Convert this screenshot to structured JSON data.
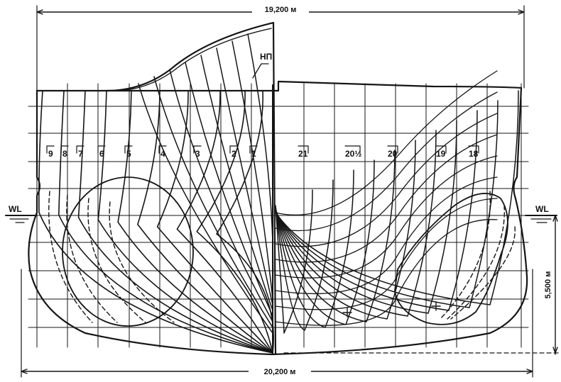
{
  "dimensions": {
    "top_width": "19,200 м",
    "bottom_width": "20,200 м",
    "depth": "5,500 м"
  },
  "waterline": {
    "left": "WL",
    "right": "WL"
  },
  "marker": "НП",
  "aft_stations": [
    "9",
    "8",
    "7",
    "6",
    "5",
    "4",
    "3",
    "2",
    "1"
  ],
  "fwd_stations": [
    "21",
    "20½",
    "20",
    "19",
    "18"
  ],
  "colors": {
    "ink": "#151515",
    "paper": "#ffffff"
  }
}
